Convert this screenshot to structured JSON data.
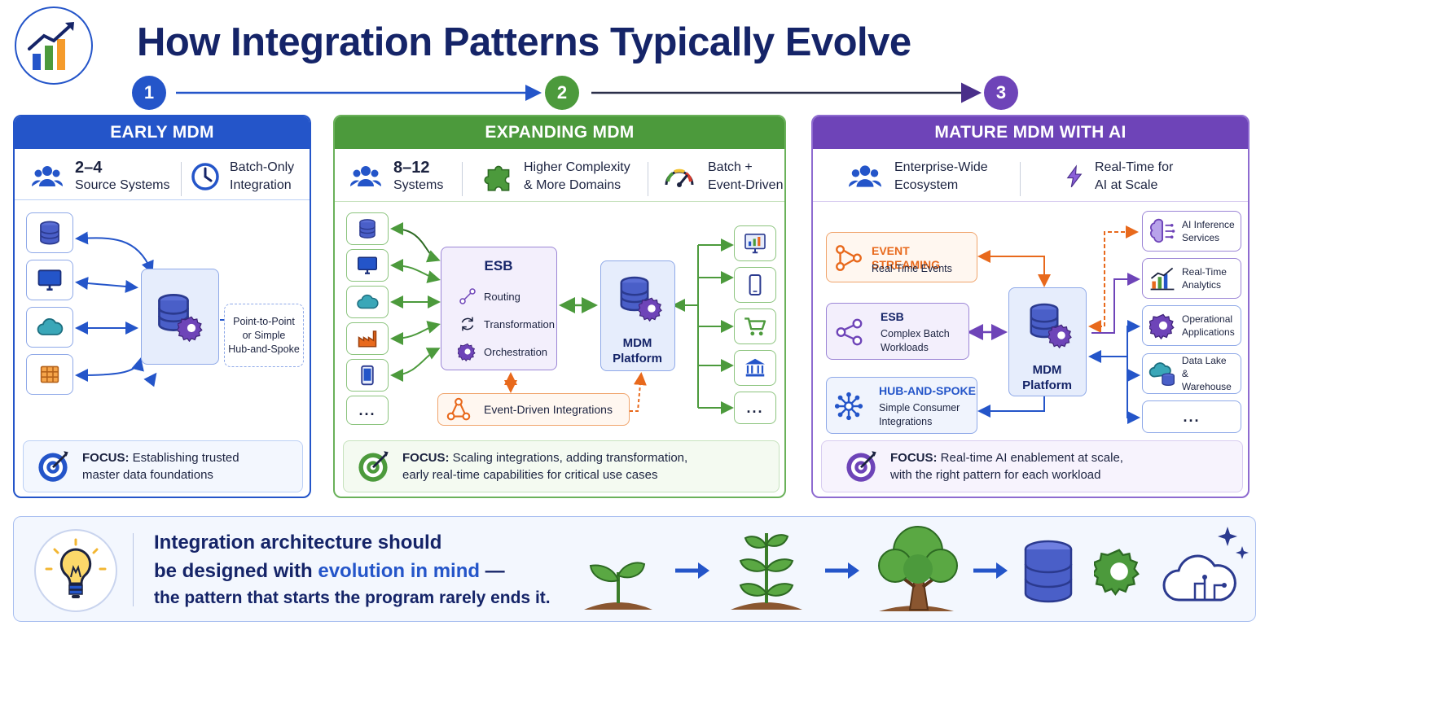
{
  "title": "How Integration Patterns Typically Evolve",
  "steps": [
    "1",
    "2",
    "3"
  ],
  "stages": [
    {
      "header": "EARLY MDM",
      "color": "#2455c9",
      "metrics": [
        {
          "big": "2–4",
          "text": "Source Systems",
          "icon": "users-icon"
        },
        {
          "text1": "Batch-Only",
          "text2": "Integration",
          "icon": "clock-icon"
        }
      ],
      "sources": [
        "database-icon",
        "monitor-icon",
        "cloud-icon",
        "spreadsheet-icon"
      ],
      "callout_lines": [
        "Point-to-Point",
        "or Simple",
        "Hub-and-Spoke"
      ],
      "focus_label": "FOCUS:",
      "focus_text_1": " Establishing trusted",
      "focus_text_2": "master data foundations"
    },
    {
      "header": "EXPANDING MDM",
      "color": "#4c9a3c",
      "metrics": [
        {
          "big": "8–12",
          "text": "Systems",
          "icon": "users-icon"
        },
        {
          "text1": "Higher Complexity",
          "text2": "& More Domains",
          "icon": "puzzle-icon"
        },
        {
          "text1": "Batch +",
          "text2": "Event-Driven",
          "icon": "gauge-icon"
        }
      ],
      "sources": [
        "database-icon",
        "monitor-icon",
        "cloud-icon",
        "factory-icon",
        "tablet-icon",
        "more-icon"
      ],
      "esb": {
        "title": "ESB",
        "items": [
          "Routing",
          "Transformation",
          "Orchestration"
        ]
      },
      "mdm": {
        "line1": "MDM",
        "line2": "Platform"
      },
      "event_driven": "Event-Driven Integrations",
      "targets": [
        "dashboard-icon",
        "mobile-icon",
        "cart-icon",
        "bank-icon",
        "more-icon"
      ],
      "ellipsis": "...",
      "focus_label": "FOCUS:",
      "focus_text_1": " Scaling integrations, adding transformation,",
      "focus_text_2": "early real-time capabilities for critical use cases"
    },
    {
      "header": "MATURE MDM WITH AI",
      "color": "#6e44b8",
      "metrics": [
        {
          "text1": "Enterprise-Wide",
          "text2": "Ecosystem",
          "icon": "users-icon"
        },
        {
          "text1": "Real-Time for",
          "text2": "AI at Scale",
          "icon": "lightning-icon"
        }
      ],
      "patterns": [
        {
          "title": "EVENT STREAMING",
          "l1": "Real-Time Events",
          "l2": "",
          "color": "#e8691c"
        },
        {
          "title": "ESB",
          "l1": "Complex Batch",
          "l2": "Workloads",
          "color": "#6e44b8"
        },
        {
          "title": "HUB-AND-SPOKE",
          "l1": "Simple Consumer",
          "l2": "Integrations",
          "color": "#2455c9"
        }
      ],
      "mdm": {
        "line1": "MDM",
        "line2": "Platform"
      },
      "consumers": [
        {
          "l1": "AI Inference",
          "l2": "Services",
          "icon": "brain-icon"
        },
        {
          "l1": "Real-Time",
          "l2": "Analytics",
          "icon": "chart-icon"
        },
        {
          "l1": "Operational",
          "l2": "Applications",
          "icon": "gear-icon"
        },
        {
          "l1": "Data Lake",
          "l2": "& Warehouse",
          "icon": "datalake-icon"
        }
      ],
      "ellipsis": "...",
      "focus_label": "FOCUS:",
      "focus_text_1": " Real-time AI enablement at scale,",
      "focus_text_2": "with the right pattern for each workload"
    }
  ],
  "banner": {
    "line1": "Integration architecture should",
    "line2_pre": "be designed with ",
    "line2_accent": "evolution in mind",
    "line2_post": " —",
    "line3": "the pattern that starts the program rarely ends it."
  },
  "colors": {
    "navy": "#152468",
    "blue": "#2455c9",
    "green": "#4c9a3c",
    "purple": "#6e44b8",
    "orange": "#e8691c"
  }
}
